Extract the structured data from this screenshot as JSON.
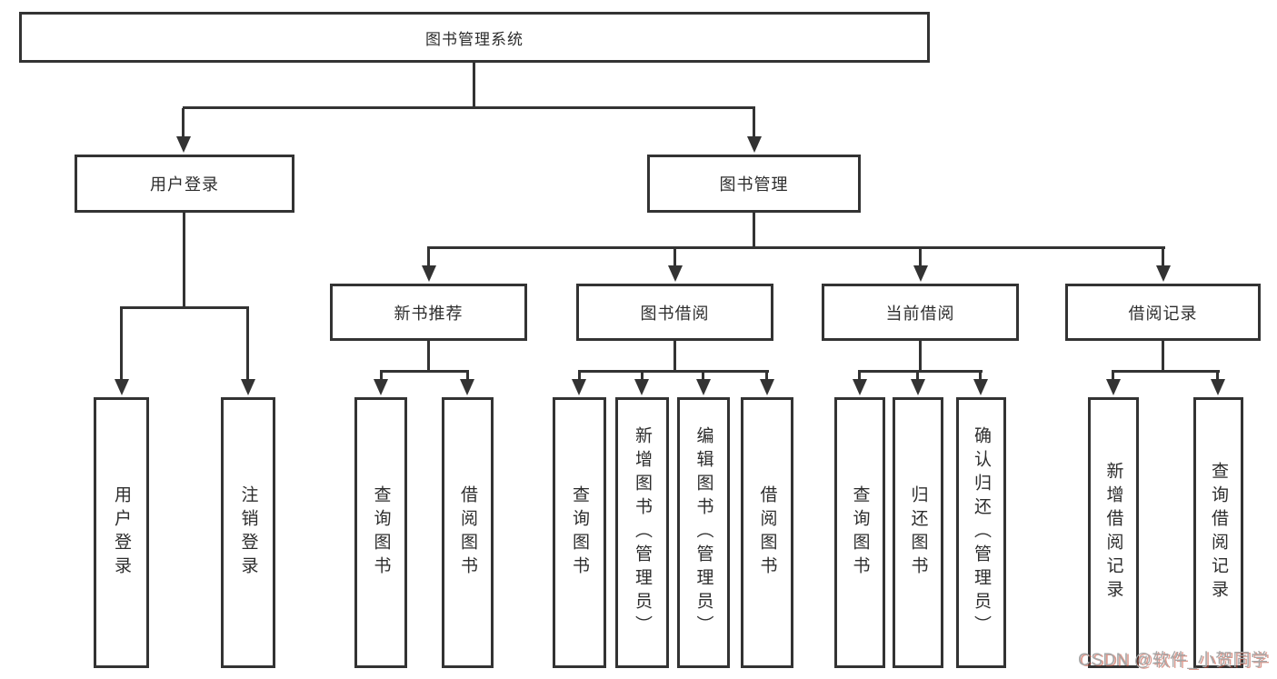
{
  "diagram": {
    "root": {
      "label": "图书管理系统"
    },
    "level2": [
      {
        "label": "用户登录"
      },
      {
        "label": "图书管理"
      }
    ],
    "level3": [
      {
        "label": "新书推荐"
      },
      {
        "label": "图书借阅"
      },
      {
        "label": "当前借阅"
      },
      {
        "label": "借阅记录"
      }
    ],
    "leaves": [
      {
        "label": "用户登录"
      },
      {
        "label": "注销登录"
      },
      {
        "label": "查询图书"
      },
      {
        "label": "借阅图书"
      },
      {
        "label": "查询图书"
      },
      {
        "label": "新增图书（管理员）"
      },
      {
        "label": "编辑图书（管理员）"
      },
      {
        "label": "借阅图书"
      },
      {
        "label": "查询图书"
      },
      {
        "label": "归还图书"
      },
      {
        "label": "确认归还（管理员）"
      },
      {
        "label": "新增借阅记录"
      },
      {
        "label": "查询借阅记录"
      }
    ]
  },
  "watermark": {
    "text": "CSDN @软件_小贺同学"
  },
  "colors": {
    "line": "#333333",
    "background": "#ffffff",
    "watermark": "#a6a6a6",
    "watermark_shadow": "#be4632"
  }
}
